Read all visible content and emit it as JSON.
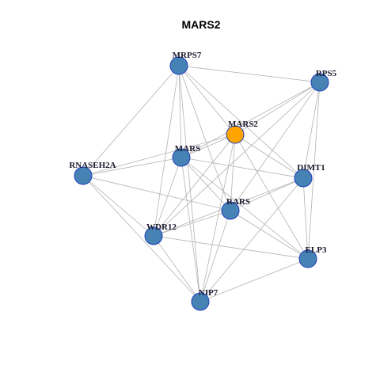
{
  "title": "MARS2",
  "colors": {
    "node": "#4682b4",
    "focus_node": "#ffa500",
    "node_border": "#1f3fbf",
    "edge": "#b3b3b3"
  },
  "nodes": [
    {
      "id": "MRPS7",
      "label": "MRPS7",
      "focus": false
    },
    {
      "id": "RPS5",
      "label": "RPS5",
      "focus": false
    },
    {
      "id": "MARS2",
      "label": "MARS2",
      "focus": true
    },
    {
      "id": "MARS",
      "label": "MARS",
      "focus": false
    },
    {
      "id": "RNASEH2A",
      "label": "RNASEH2A",
      "focus": false
    },
    {
      "id": "DIMT1",
      "label": "DIMT1",
      "focus": false
    },
    {
      "id": "RARS",
      "label": "RARS",
      "focus": false
    },
    {
      "id": "WDR12",
      "label": "WDR12",
      "focus": false
    },
    {
      "id": "ELP3",
      "label": "ELP3",
      "focus": false
    },
    {
      "id": "NIP7",
      "label": "NIP7",
      "focus": false
    }
  ],
  "edges": [
    [
      "MRPS7",
      "RPS5"
    ],
    [
      "MRPS7",
      "MARS2"
    ],
    [
      "MRPS7",
      "MARS"
    ],
    [
      "MRPS7",
      "RNASEH2A"
    ],
    [
      "MRPS7",
      "DIMT1"
    ],
    [
      "MRPS7",
      "RARS"
    ],
    [
      "MRPS7",
      "WDR12"
    ],
    [
      "MRPS7",
      "NIP7"
    ],
    [
      "RPS5",
      "MARS2"
    ],
    [
      "RPS5",
      "MARS"
    ],
    [
      "RPS5",
      "DIMT1"
    ],
    [
      "RPS5",
      "RARS"
    ],
    [
      "RPS5",
      "ELP3"
    ],
    [
      "RPS5",
      "WDR12"
    ],
    [
      "MARS2",
      "MARS"
    ],
    [
      "MARS2",
      "RNASEH2A"
    ],
    [
      "MARS2",
      "DIMT1"
    ],
    [
      "MARS2",
      "RARS"
    ],
    [
      "MARS2",
      "WDR12"
    ],
    [
      "MARS2",
      "ELP3"
    ],
    [
      "MARS2",
      "NIP7"
    ],
    [
      "MARS",
      "RNASEH2A"
    ],
    [
      "MARS",
      "DIMT1"
    ],
    [
      "MARS",
      "RARS"
    ],
    [
      "MARS",
      "WDR12"
    ],
    [
      "MARS",
      "ELP3"
    ],
    [
      "MARS",
      "NIP7"
    ],
    [
      "RNASEH2A",
      "RARS"
    ],
    [
      "RNASEH2A",
      "WDR12"
    ],
    [
      "RNASEH2A",
      "NIP7"
    ],
    [
      "DIMT1",
      "RARS"
    ],
    [
      "DIMT1",
      "WDR12"
    ],
    [
      "DIMT1",
      "ELP3"
    ],
    [
      "DIMT1",
      "NIP7"
    ],
    [
      "RARS",
      "WDR12"
    ],
    [
      "RARS",
      "ELP3"
    ],
    [
      "RARS",
      "NIP7"
    ],
    [
      "WDR12",
      "ELP3"
    ],
    [
      "WDR12",
      "NIP7"
    ],
    [
      "ELP3",
      "NIP7"
    ]
  ]
}
